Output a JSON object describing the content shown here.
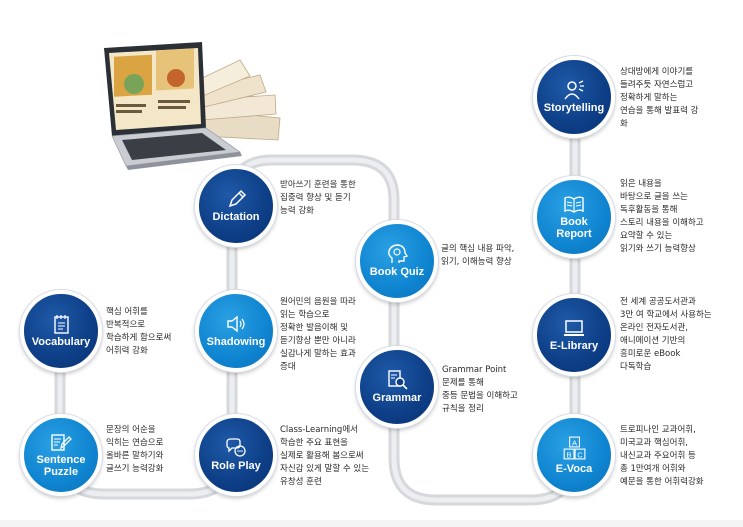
{
  "nodes": {
    "storytelling": {
      "label": "Storytelling",
      "icon": "speaking-person-icon",
      "desc": "상대방에게 이야기를\n들려주듯 자연스럽고\n정확하게 말하는\n연습을 통해 발표력 강\n화"
    },
    "book_report": {
      "label": "Book\nReport",
      "icon": "open-book-icon",
      "desc": "읽은 내용을\n바탕으로 글을 쓰는\n독후활동을 통해\n스토리 내용을 이해하고\n요약할 수 있는\n읽기와 쓰기 능력향상"
    },
    "e_library": {
      "label": "E-Library",
      "icon": "laptop-icon",
      "desc": "전 세계 공공도서관과\n3만 여 학교에서 사용하는\n온라인 전자도서관,\n애니메이션 기반의\n흥미로운 eBook\n다독학습"
    },
    "e_voca": {
      "label": "E-Voca",
      "icon": "abc-blocks-icon",
      "letters": [
        "A",
        "B",
        "C"
      ],
      "desc": "트로피나인 교과어휘,\n미국교과 핵심어휘,\n내신교과 주요어휘 등\n총 1만여개 어휘와\n예문을 통한 어휘력강화"
    },
    "dictation": {
      "label": "Dictation",
      "icon": "pencil-icon",
      "desc": "받아쓰기 훈련을 통한\n집중력 향상 및 듣기\n능력 강화"
    },
    "book_quiz": {
      "label": "Book Quiz",
      "icon": "lightbulb-head-icon",
      "desc": "글의 핵심 내용 파악,\n읽기, 이해능력 향상"
    },
    "grammar": {
      "label": "Grammar",
      "icon": "document-search-icon",
      "desc": "Grammar Point\n문제를 통해\n중등 문법을 이해하고\n규칙을 정리"
    },
    "shadowing": {
      "label": "Shadowing",
      "icon": "speaker-icon",
      "desc": "원어민의 음원을 따라\n읽는 학습으로\n정확한 발음이해 및\n듣기향상 뿐만 아니라\n실감나게 말하는 효과\n증대"
    },
    "role_play": {
      "label": "Role Play",
      "icon": "chat-bubbles-icon",
      "desc": "Class-Learning에서\n학습한 주요 표현을\n실제로 활용해 봄으로써\n자신감 있게 말할 수 있는\n유창성 훈련"
    },
    "vocabulary": {
      "label": "Vocabulary",
      "icon": "notepad-icon",
      "desc": "핵심 어휘를\n반복적으로\n학습하게 함으로써\n어휘력 강화"
    },
    "sentence_puzzle": {
      "label": "Sentence\nPuzzle",
      "icon": "edit-note-icon",
      "desc": "문장의 어순을\n익히는 연습으로\n올바른 말하기와\n글쓰기 능력강화"
    }
  },
  "colors": {
    "node_dark": "#0d3e86",
    "node_light": "#0f84d0",
    "path_gray": "#d6d8dc"
  }
}
